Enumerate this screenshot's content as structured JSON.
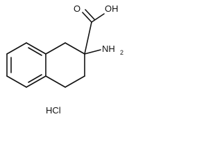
{
  "molecule": {
    "carboxyl_oxygen_label": "O",
    "hydroxyl_label": "OH",
    "amine_label": "NH",
    "amine_subscript": "2",
    "salt_label": "HCl"
  },
  "colors": {
    "ink": "#111111",
    "background": "#ffffff"
  }
}
